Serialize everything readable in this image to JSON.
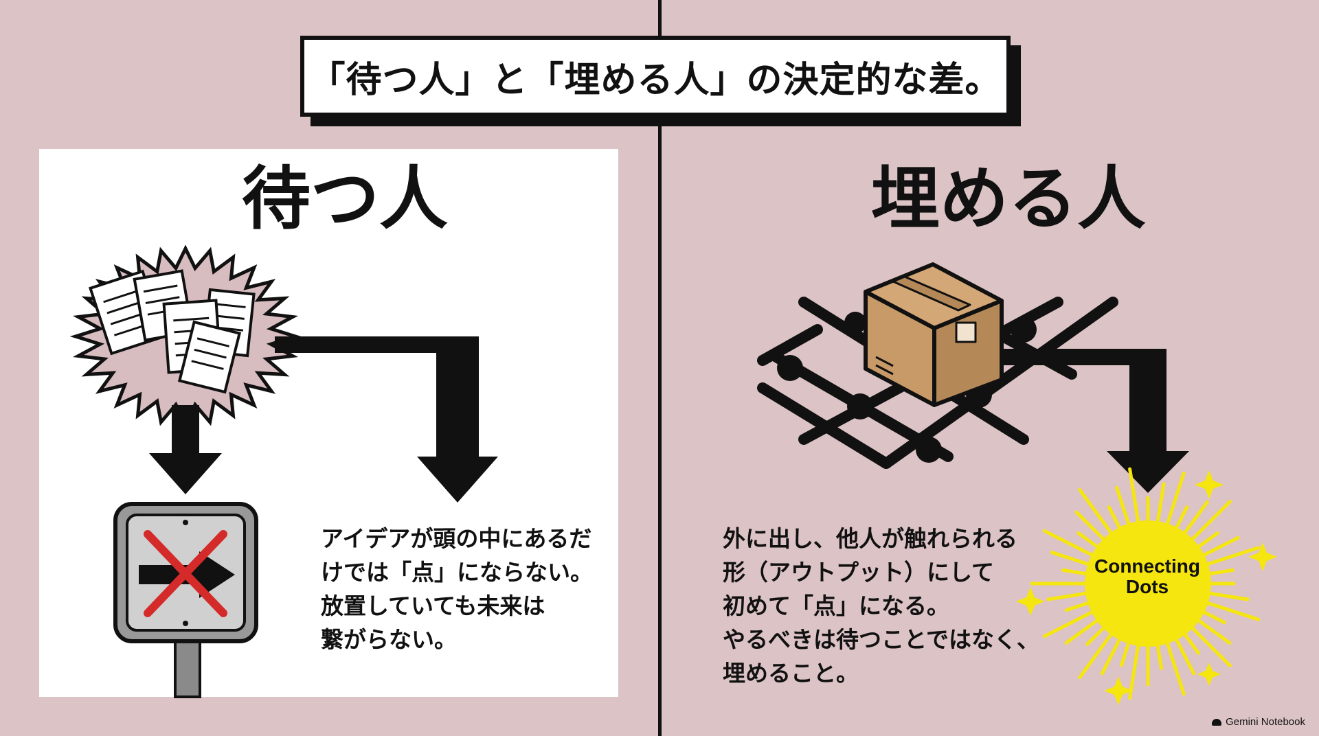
{
  "title": "「待つ人」と「埋める人」の決定的な差。",
  "left": {
    "heading": "待つ人",
    "body": "アイデアが頭の中にあるだ\nけでは「点」にならない。\n放置していても未来は\n繋がらない。"
  },
  "right": {
    "heading": "埋める人",
    "body": "外に出し、他人が触れられる\n形（アウトプット）にして\n初めて「点」になる。\nやるべきは待つことではなく、\n埋めること。",
    "burst_label": "Connecting\nDots"
  },
  "brand": "Gemini Notebook",
  "colors": {
    "background": "#dcc3c6",
    "cross": "#d42a2a",
    "burst": "#f5e60f",
    "box": "#c89a68"
  }
}
